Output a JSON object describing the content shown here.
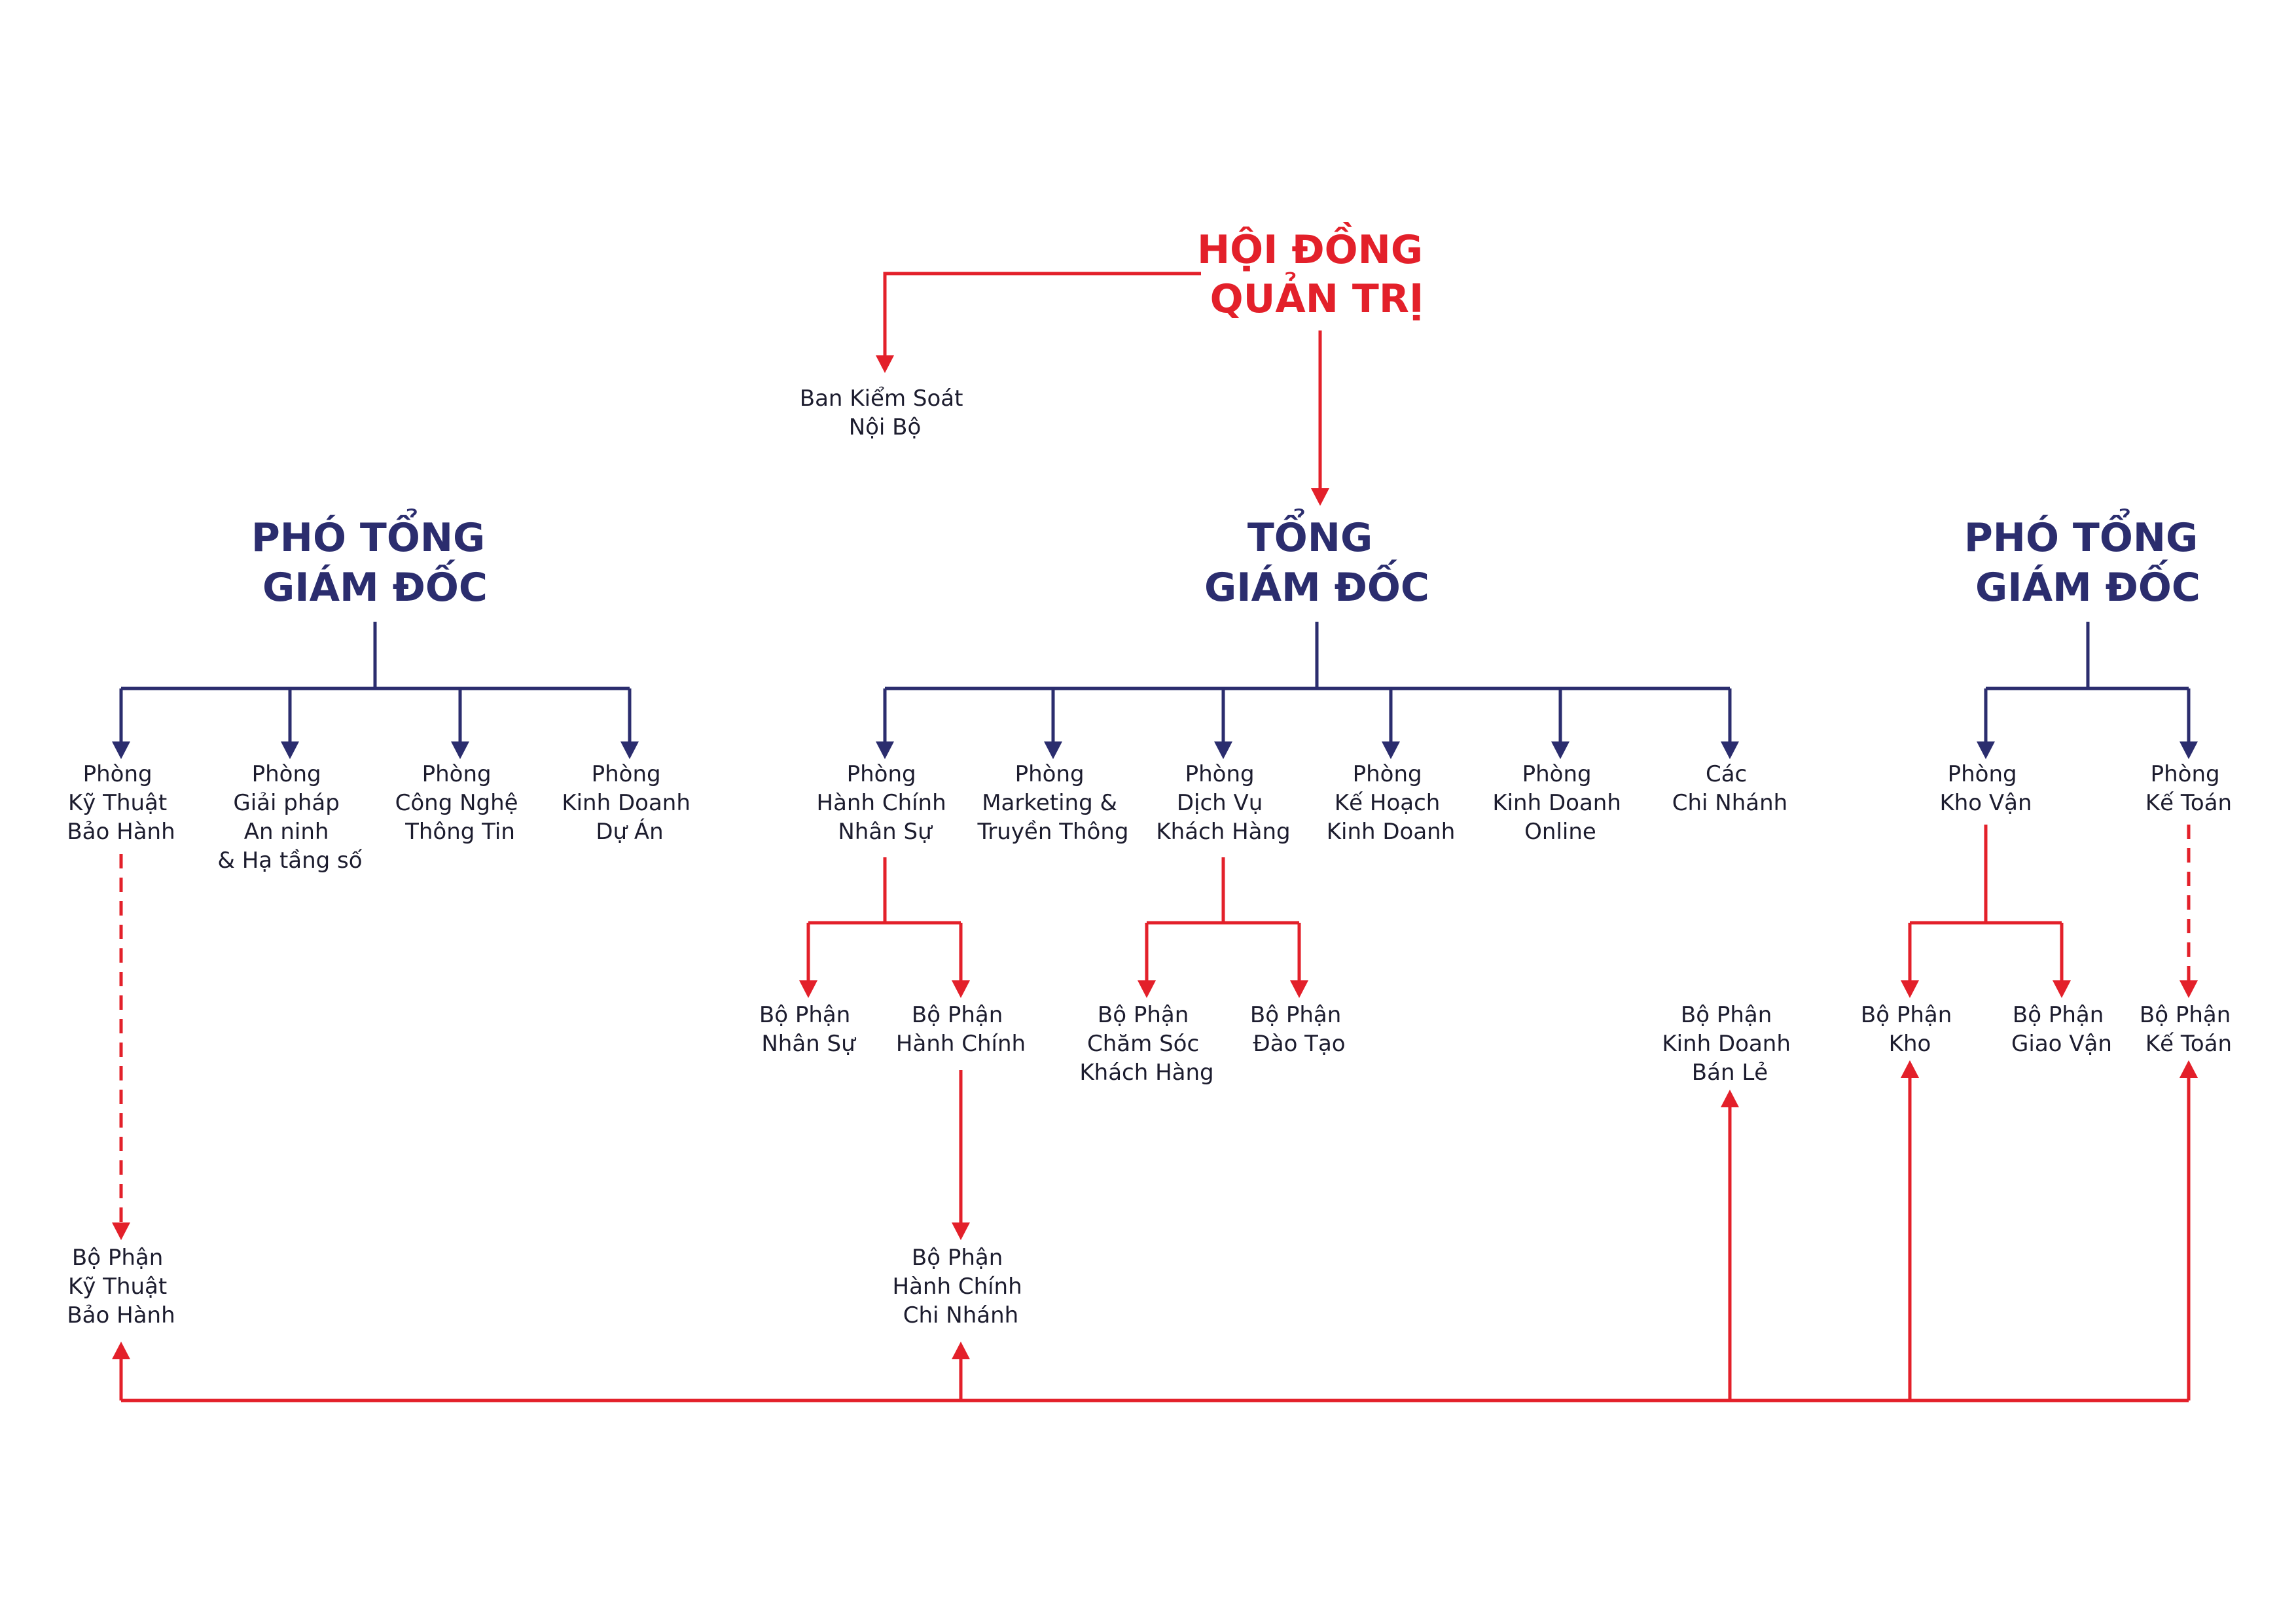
{
  "colors": {
    "primary": "#2b2d6e",
    "accent": "#e3202a",
    "text": "#1c1c2e",
    "background": "#ffffff"
  },
  "headers": {
    "board": [
      "HỘI ĐỒNG",
      "QUẢN TRỊ"
    ],
    "ceo": [
      "TỔNG",
      "GIÁM ĐỐC"
    ],
    "vp_left": [
      "PHÓ TỔNG",
      "GIÁM ĐỐC"
    ],
    "vp_right": [
      "PHÓ TỔNG",
      "GIÁM ĐỐC"
    ]
  },
  "nodes": {
    "audit": [
      "Ban Kiểm Soát",
      "Nội Bộ"
    ],
    "tech_warranty": [
      "Phòng",
      "Kỹ Thuật",
      "Bảo Hành"
    ],
    "solutions": [
      "Phòng",
      "Giải pháp",
      "An ninh",
      "& Hạ tầng số"
    ],
    "it": [
      "Phòng",
      "Công Nghệ",
      "Thông Tin"
    ],
    "project_sales": [
      "Phòng",
      "Kinh Doanh",
      "Dự Án"
    ],
    "hr_admin": [
      "Phòng",
      "Hành Chính",
      "Nhân Sự"
    ],
    "marketing": [
      "Phòng",
      "Marketing &",
      "Truyền Thông"
    ],
    "customer_service": [
      "Phòng",
      "Dịch Vụ",
      "Khách Hàng"
    ],
    "business_planning": [
      "Phòng",
      "Kế Hoạch",
      "Kinh Doanh"
    ],
    "online_sales": [
      "Phòng",
      "Kinh Doanh",
      "Online"
    ],
    "branches": [
      "Các",
      "Chi Nhánh"
    ],
    "logistics": [
      "Phòng",
      "Kho Vận"
    ],
    "accounting": [
      "Phòng",
      "Kế Toán"
    ],
    "hr_unit": [
      "Bộ Phận",
      "Nhân Sự"
    ],
    "admin_unit": [
      "Bộ Phận",
      "Hành Chính"
    ],
    "care_unit": [
      "Bộ Phận",
      "Chăm Sóc",
      "Khách Hàng"
    ],
    "training_unit": [
      "Bộ Phận",
      "Đào Tạo"
    ],
    "retail_unit": [
      "Bộ Phận",
      "Kinh Doanh",
      "Bán Lẻ"
    ],
    "warehouse_unit": [
      "Bộ Phận",
      "Kho"
    ],
    "delivery_unit": [
      "Bộ Phận",
      "Giao Vận"
    ],
    "accounting_unit": [
      "Bộ Phận",
      "Kế Toán"
    ],
    "tech_warranty_unit": [
      "Bộ Phận",
      "Kỹ Thuật",
      "Bảo Hành"
    ],
    "branch_admin_unit": [
      "Bộ Phận",
      "Hành Chính",
      "Chi Nhánh"
    ]
  }
}
